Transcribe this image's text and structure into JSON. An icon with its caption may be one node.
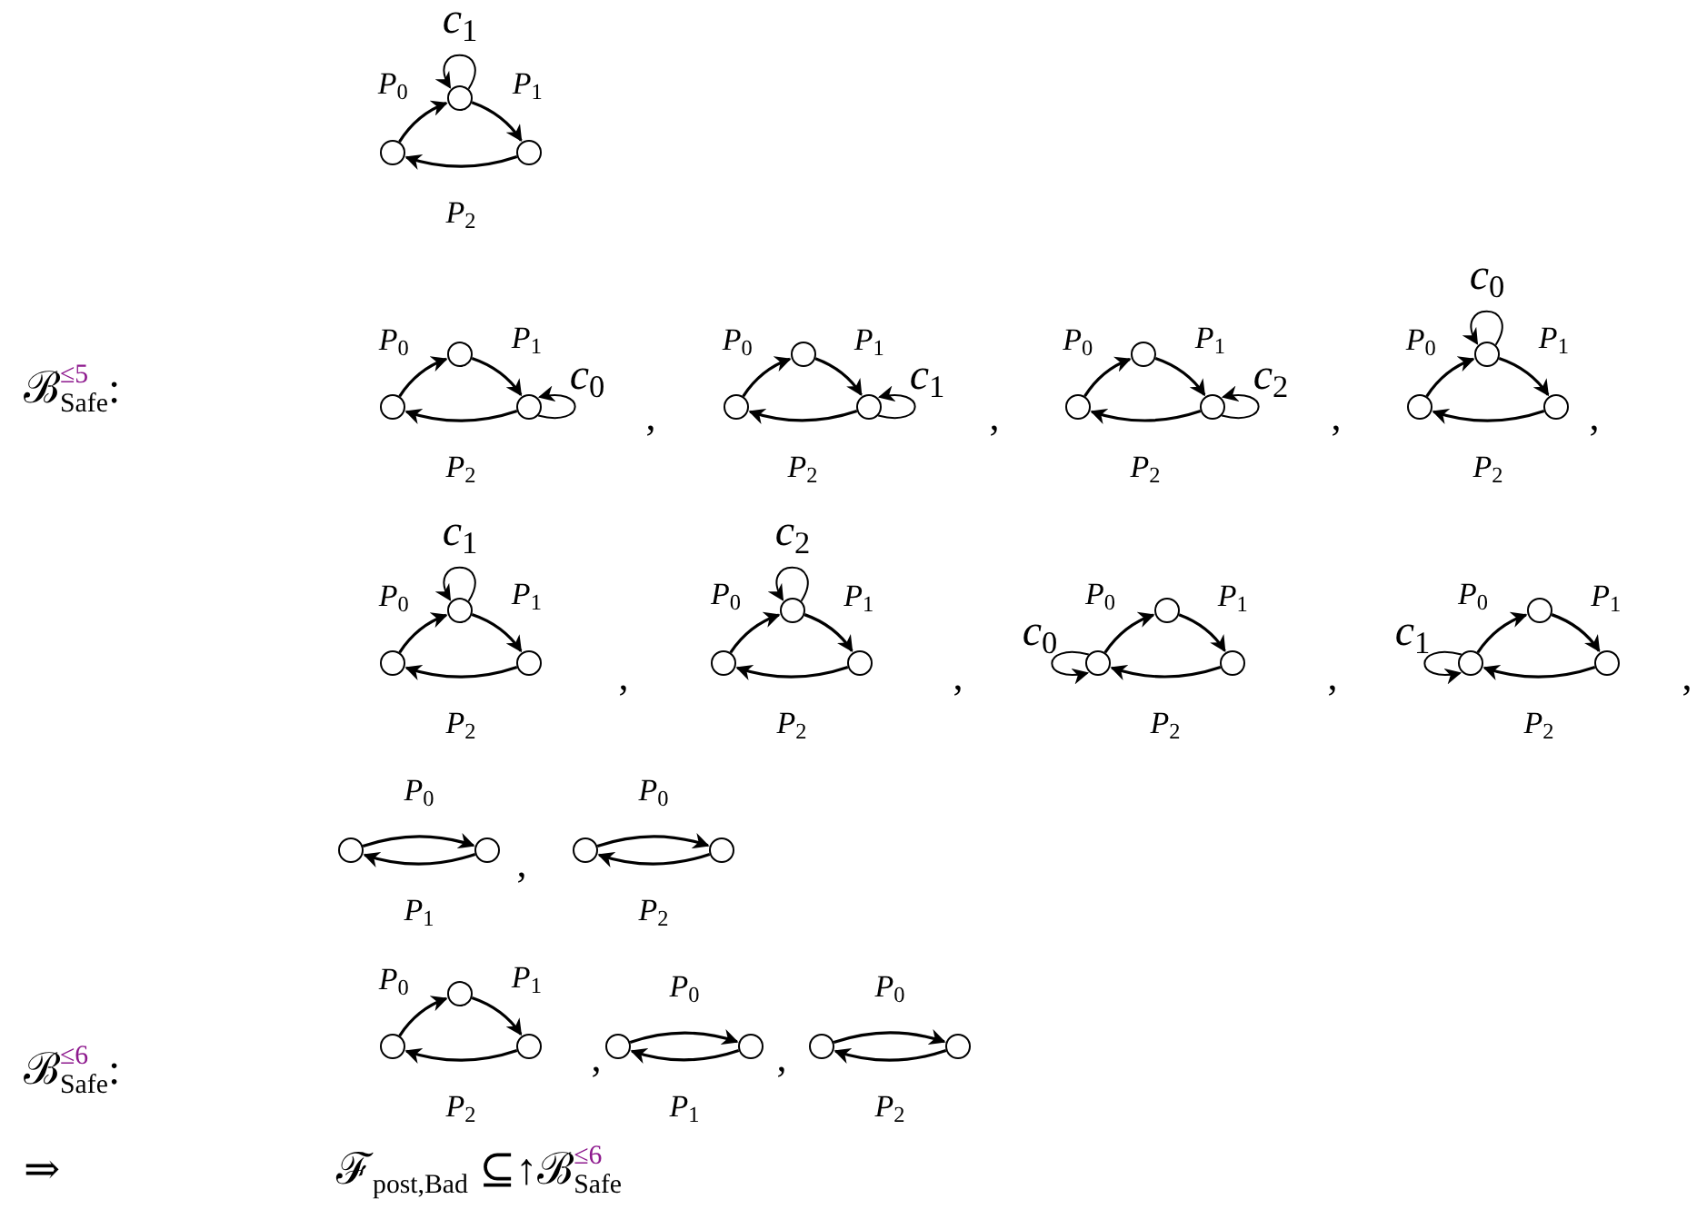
{
  "diagram": {
    "nodes": [
      {
        "text": [],
        "shape": "circle"
      },
      {
        "text": [],
        "shape": "circle"
      },
      {
        "text": [],
        "shape": "circle"
      },
      {
        "text": [],
        "shape": "circle"
      },
      {
        "text": [],
        "shape": "circle"
      },
      {
        "text": [],
        "shape": "circle"
      },
      {
        "text": [],
        "shape": "circle"
      },
      {
        "text": [],
        "shape": "circle"
      },
      {
        "text": [],
        "shape": "circle"
      },
      {
        "text": [],
        "shape": "circle"
      },
      {
        "text": [],
        "shape": "circle"
      },
      {
        "text": [],
        "shape": "circle"
      },
      {
        "text": [],
        "shape": "circle"
      },
      {
        "text": [],
        "shape": "circle"
      },
      {
        "text": [],
        "shape": "circle"
      },
      {
        "text": [],
        "shape": "circle"
      },
      {
        "text": [],
        "shape": "circle"
      },
      {
        "text": [],
        "shape": "circle"
      },
      {
        "text": [],
        "shape": "circle"
      },
      {
        "text": [],
        "shape": "circle"
      },
      {
        "text": [],
        "shape": "circle"
      },
      {
        "text": [],
        "shape": "circle"
      },
      {
        "text": [],
        "shape": "circle"
      },
      {
        "text": [],
        "shape": "circle"
      },
      {
        "text": [],
        "shape": "circle"
      },
      {
        "text": [],
        "shape": "circle"
      },
      {
        "text": [],
        "shape": "circle"
      },
      {
        "text": [],
        "shape": "circle"
      },
      {
        "text": [],
        "shape": "circle"
      },
      {
        "text": [],
        "shape": "circle"
      },
      {
        "text": [],
        "shape": "circle"
      },
      {
        "text": [],
        "shape": "circle"
      },
      {
        "text": [],
        "shape": "circle"
      },
      {
        "text": [],
        "shape": "circle"
      },
      {
        "text": [],
        "shape": "circle"
      },
      {
        "text": [],
        "shape": "circle"
      },
      {
        "text": [],
        "shape": "circle"
      },
      {
        "text": [],
        "shape": "circle"
      }
    ],
    "edges": [
      {
        "from": 1,
        "to": 0,
        "arrow": "to",
        "label": "P$_{0}$"
      },
      {
        "from": 0,
        "to": 2,
        "arrow": "to",
        "label": "P$_{1}$"
      },
      {
        "from": 2,
        "to": 1,
        "arrow": "to",
        "label": "P$_{2}$"
      },
      {
        "from": 0,
        "to": 0,
        "arrow": "to",
        "label": "c$_{1}$"
      },
      {
        "from": 4,
        "to": 3,
        "arrow": "to",
        "label": "P$_{0}$"
      },
      {
        "from": 3,
        "to": 5,
        "arrow": "to",
        "label": "P$_{1}$"
      },
      {
        "from": 5,
        "to": 4,
        "arrow": "to",
        "label": "P$_{2}$"
      },
      {
        "from": 5,
        "to": 5,
        "arrow": "to",
        "label": "c$_{0}$"
      },
      {
        "from": 7,
        "to": 6,
        "arrow": "to",
        "label": "P$_{0}$"
      },
      {
        "from": 6,
        "to": 8,
        "arrow": "to",
        "label": "P$_{1}$"
      },
      {
        "from": 8,
        "to": 7,
        "arrow": "to",
        "label": "P$_{2}$"
      },
      {
        "from": 8,
        "to": 8,
        "arrow": "to",
        "label": "c$_{1}$"
      },
      {
        "from": 10,
        "to": 9,
        "arrow": "to",
        "label": "P$_{0}$"
      },
      {
        "from": 9,
        "to": 11,
        "arrow": "to",
        "label": "P$_{1}$"
      },
      {
        "from": 11,
        "to": 10,
        "arrow": "to",
        "label": "P$_{2}$"
      },
      {
        "from": 11,
        "to": 11,
        "arrow": "to",
        "label": "c$_{2}$"
      },
      {
        "from": 13,
        "to": 12,
        "arrow": "to",
        "label": "P$_{0}$"
      },
      {
        "from": 12,
        "to": 14,
        "arrow": "to",
        "label": "P$_{1}$"
      },
      {
        "from": 14,
        "to": 13,
        "arrow": "to",
        "label": "P$_{2}$"
      },
      {
        "from": 12,
        "to": 12,
        "arrow": "to",
        "label": "c$_{0}$"
      },
      {
        "from": 16,
        "to": 15,
        "arrow": "to",
        "label": "P$_{0}$"
      },
      {
        "from": 15,
        "to": 17,
        "arrow": "to",
        "label": "P$_{1}$"
      },
      {
        "from": 17,
        "to": 16,
        "arrow": "to",
        "label": "P$_{2}$"
      },
      {
        "from": 15,
        "to": 15,
        "arrow": "to",
        "label": "c$_{1}$"
      },
      {
        "from": 19,
        "to": 18,
        "arrow": "to",
        "label": "P$_{0}$"
      },
      {
        "from": 18,
        "to": 20,
        "arrow": "to",
        "label": "P$_{1}$"
      },
      {
        "from": 20,
        "to": 19,
        "arrow": "to",
        "label": "P$_{2}$"
      },
      {
        "from": 18,
        "to": 18,
        "arrow": "to",
        "label": "c$_{2}$"
      },
      {
        "from": 22,
        "to": 21,
        "arrow": "to",
        "label": "P$_{0}$"
      },
      {
        "from": 21,
        "to": 23,
        "arrow": "to",
        "label": "P$_{1}$"
      },
      {
        "from": 23,
        "to": 22,
        "arrow": "to",
        "label": "P$_{2}$"
      },
      {
        "from": 22,
        "to": 22,
        "arrow": "to",
        "label": "c$_{0}$"
      },
      {
        "from": 25,
        "to": 24,
        "arrow": "to",
        "label": "P$_{0}$"
      },
      {
        "from": 24,
        "to": 26,
        "arrow": "to",
        "label": "P$_{1}$"
      },
      {
        "from": 26,
        "to": 25,
        "arrow": "to",
        "label": "P$_{2}$"
      },
      {
        "from": 25,
        "to": 25,
        "arrow": "to",
        "label": "c$_{1}$"
      },
      {
        "from": 27,
        "to": 28,
        "arrow": "to",
        "label": "P$_{0}$"
      },
      {
        "from": 28,
        "to": 27,
        "arrow": "to",
        "label": "P$_{1}$"
      },
      {
        "from": 29,
        "to": 30,
        "arrow": "to",
        "label": "P$_{0}$"
      },
      {
        "from": 30,
        "to": 29,
        "arrow": "to",
        "label": "P$_{2}$"
      },
      {
        "from": 32,
        "to": 31,
        "arrow": "to",
        "label": "P$_{0}$"
      },
      {
        "from": 31,
        "to": 33,
        "arrow": "to",
        "label": "P$_{1}$"
      },
      {
        "from": 33,
        "to": 32,
        "arrow": "to",
        "label": "P$_{2}$"
      },
      {
        "from": 34,
        "to": 35,
        "arrow": "to",
        "label": "P$_{0}$"
      },
      {
        "from": 35,
        "to": 34,
        "arrow": "to",
        "label": "P$_{1}$"
      },
      {
        "from": 36,
        "to": 37,
        "arrow": "to",
        "label": "P$_{0}$"
      },
      {
        "from": 37,
        "to": 36,
        "arrow": "to",
        "label": "P$_{2}$"
      }
    ],
    "labels": [
      "ℬ$^{≤5}$$_{Safe}$:",
      ",",
      ",",
      ",",
      ",",
      ",",
      ",",
      ",",
      ",",
      ",",
      "ℬ$^{≤6}$$_{Safe}$:",
      ",",
      ",",
      "⇒",
      "ℱ$_{post,Bad}$ ⊆↑ℬ$^{≤6}$$_{Safe}$"
    ]
  }
}
